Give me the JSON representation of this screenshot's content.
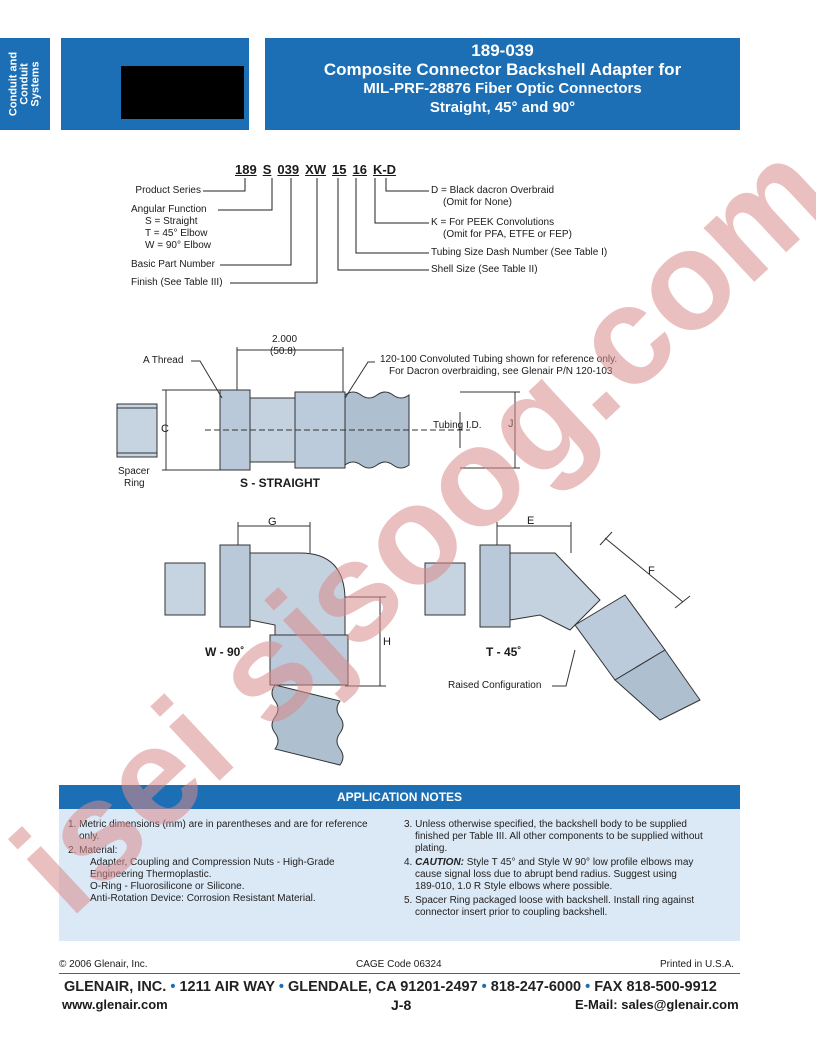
{
  "side_tab": {
    "label": "Conduit and\nConduit\nSystems"
  },
  "header": {
    "part_number": "189-039",
    "line1": "Composite Connector Backshell Adapter for",
    "line2": "MIL-PRF-28876 Fiber Optic Connectors",
    "line3": "Straight, 45° and 90°"
  },
  "part_code": {
    "segments": [
      "189",
      "S",
      "039",
      "XW",
      "15",
      "16",
      "K-D"
    ]
  },
  "callouts_left": {
    "product_series": "Product Series",
    "angular_function": "Angular Function",
    "s_straight": "S = Straight",
    "t_elbow": "T = 45° Elbow",
    "w_elbow": "W = 90° Elbow",
    "basic_part": "Basic Part Number",
    "finish": "Finish (See Table III)"
  },
  "callouts_right": {
    "d_black": "D = Black dacron Overbraid",
    "d_omit": "(Omit for None)",
    "k_peek": "K = For PEEK Convolutions",
    "k_omit": "(Omit for PFA, ETFE or FEP)",
    "tubing_size": "Tubing Size Dash Number (See Table I)",
    "shell_size": "Shell Size (See Table II)"
  },
  "straight_diagram": {
    "a_thread": "A Thread",
    "dim_in": "2.000",
    "dim_mm": "(50.8)",
    "note1": "120-100 Convoluted Tubing shown for reference only.",
    "note2": "For Dacron overbraiding, see Glenair P/N 120-103",
    "c_label": "C",
    "j_label": "J",
    "tubing_id": "Tubing I.D.",
    "spacer1": "Spacer",
    "spacer2": "Ring",
    "caption": "S - STRAIGHT"
  },
  "w90_diagram": {
    "g_label": "G",
    "h_label": "H",
    "caption": "W - 90˚"
  },
  "t45_diagram": {
    "e_label": "E",
    "f_label": "F",
    "caption": "T - 45˚",
    "raised": "Raised Configuration"
  },
  "application_notes": {
    "title": "APPLICATION NOTES",
    "n1a": "1.  Metric dimensions (mm) are in parentheses and are for reference",
    "n1b": "only.",
    "n2": "2.  Material:",
    "n2a": "Adapter, Coupling and Compression Nuts - High-Grade",
    "n2b": "Engineering Thermoplastic.",
    "n2c": "O-Ring - Fluorosilicone or Silicone.",
    "n2d": "Anti-Rotation Device: Corrosion Resistant Material.",
    "n3a": "3.  Unless otherwise specified, the backshell body to be supplied",
    "n3b": "finished per Table III.  All other components to be supplied without",
    "n3c": "plating.",
    "n4_caution": "CAUTION:",
    "n4a": "  Style T 45° and Style W 90° low profile elbows may",
    "n4b": "cause signal loss due to abrupt bend radius.  Suggest using",
    "n4c": "189-010, 1.0 R Style elbows where possible.",
    "n5a": "5.  Spacer Ring packaged loose with backshell.  Install ring against",
    "n5b": "connector insert prior to coupling backshell.",
    "n4_prefix": "4."
  },
  "footer": {
    "copyright": "© 2006 Glenair, Inc.",
    "cage": "CAGE Code 06324",
    "printed": "Printed in U.S.A.",
    "company": "GLENAIR, INC.",
    "address": "1211 AIR WAY",
    "city": "GLENDALE, CA 91201-2497",
    "phone": "818-247-6000",
    "fax": "FAX 818-500-9912",
    "web": "www.glenair.com",
    "page": "J-8",
    "email": "E-Mail: sales@glenair.com",
    "bullet": "•"
  },
  "watermark": {
    "text": "isei sjsoog.com"
  },
  "colors": {
    "brand_blue": "#1c6fb5",
    "notes_bg": "#dbe8f5",
    "watermark": "#d98a8a"
  }
}
